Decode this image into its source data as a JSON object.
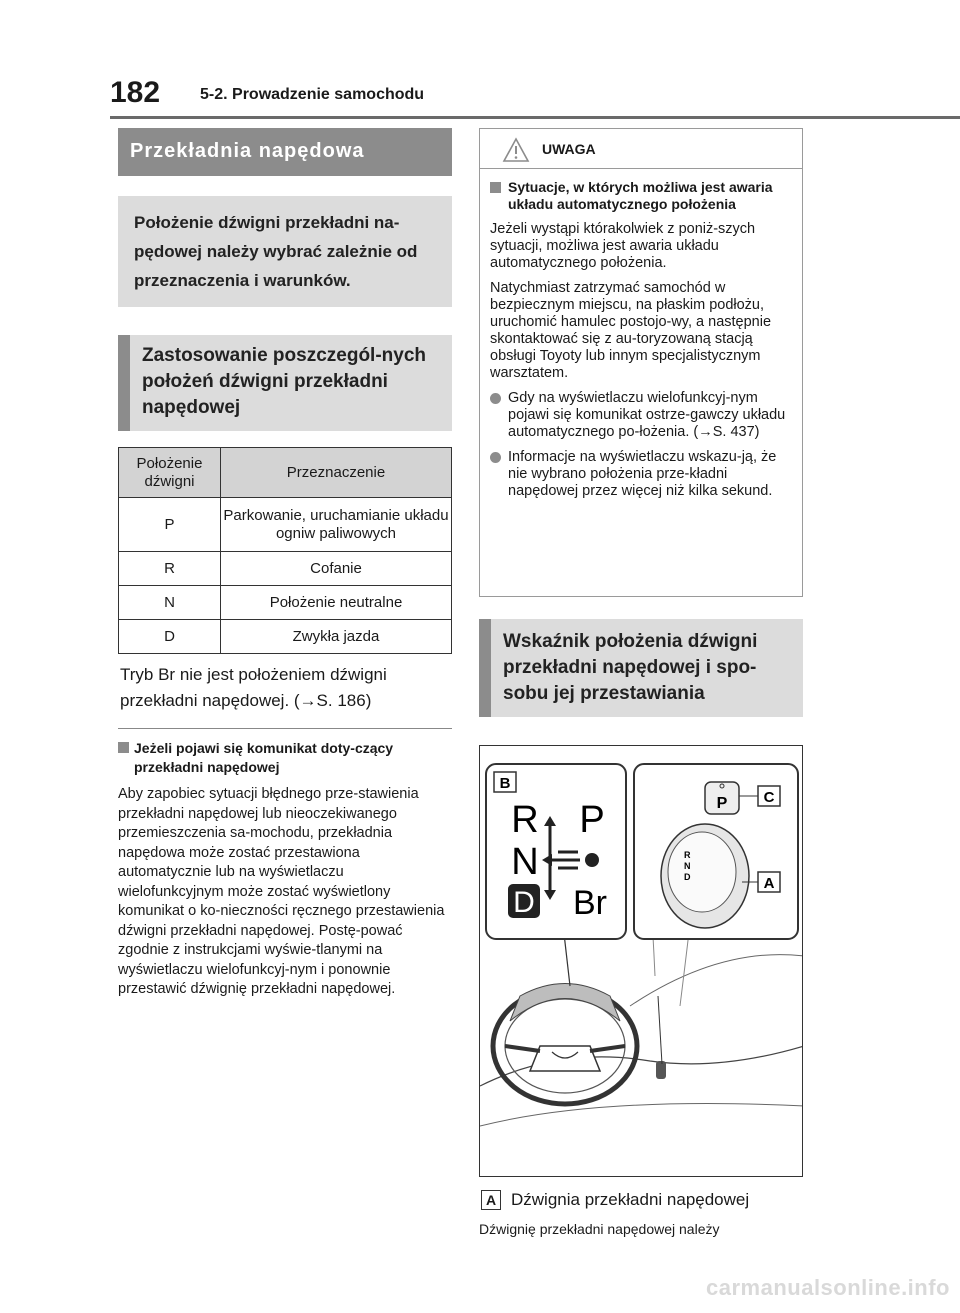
{
  "header": {
    "page_number": "182",
    "section": "5-2. Prowadzenie samochodu"
  },
  "left": {
    "main_title": "Przekładnia napędowa",
    "intro": "Położenie dźwigni przekładni na-pędowej należy wybrać zależnie od przeznaczenia i warunków.",
    "subheading": "Zastosowanie poszczegól-nych położeń dźwigni przekładni napędowej",
    "table": {
      "col1": "Położenie dźwigni",
      "col2": "Przeznaczenie",
      "rows": [
        {
          "pos": "P",
          "use": "Parkowanie, uruchamianie układu ogniw paliwowych"
        },
        {
          "pos": "R",
          "use": "Cofanie"
        },
        {
          "pos": "N",
          "use": "Położenie neutralne"
        },
        {
          "pos": "D",
          "use": "Zwykła jazda"
        }
      ]
    },
    "after_table": "Tryb Br nie jest położeniem dźwigni przekładni napędowej. (→S. 186)",
    "note_title": "Jeżeli pojawi się komunikat doty-czący przekładni napędowej",
    "note_body": "Aby zapobiec sytuacji błędnego prze-stawienia przekładni napędowej lub nieoczekiwanego przemieszczenia sa-mochodu, przekładnia napędowa może zostać przestawiona automatycznie lub na wyświetlaczu wielofunkcyjnym może zostać wyświetlony komunikat o ko-nieczności ręcznego przestawienia dźwigni przekładni napędowej. Postę-pować zgodnie z instrukcjami wyświe-tlanymi na wyświetlaczu wielofunkcyj-nym i ponownie przestawić dźwignię przekładni napędowej."
  },
  "right": {
    "warning_label": "UWAGA",
    "warning_title": "Sytuacje, w których możliwa jest awaria układu automatycznego położenia",
    "warning_p1": "Jeżeli wystąpi którakolwiek z poniż-szych sytuacji, możliwa jest awaria układu automatycznego położenia.",
    "warning_p2": "Natychmiast zatrzymać samochód w bezpiecznym miejscu, na płaskim podłożu, uruchomić hamulec postojo-wy, a następnie skontaktować się z au-toryzowaną stacją obsługi Toyoty lub innym specjalistycznym warsztatem.",
    "bullets": [
      "Gdy na wyświetlaczu wielofunkcyj-nym pojawi się komunikat ostrze-gawczy układu automatycznego po-łożenia. (→S. 437)",
      "Informacje na wyświetlaczu wskazu-ją, że nie wybrano położenia prze-kładni napędowej przez więcej niż kilka sekund."
    ],
    "indicator_title": "Wskaźnik położenia dźwigni przekładni napędowej i spo-sobu jej przestawiania",
    "figure_labels": {
      "b": "B",
      "c": "C",
      "a": "A",
      "r": "R",
      "p": "P",
      "n": "N",
      "d": "D",
      "br": "Br",
      "knob_p": "P",
      "lever_letters": "R\nN\nD"
    },
    "caption_tag": "A",
    "caption": "Dźwignia przekładni napędowej",
    "sub_caption": "Dźwignię przekładni napędowej należy"
  },
  "watermark": "carmanualsonline.info"
}
